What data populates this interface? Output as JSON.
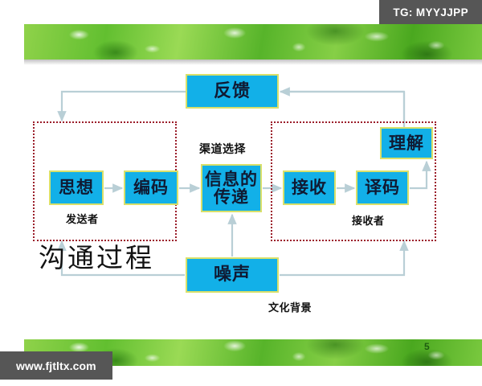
{
  "overlay": {
    "tg_watermark": "TG: MYYJJPP",
    "site_watermark": "www.fjtltx.com",
    "page_number": "5"
  },
  "slide": {
    "title": "沟通过程",
    "accent_blue": "#12b0e8",
    "node_border": "#d9e06a",
    "group_border": "#9b1d2a",
    "connector": "#b9cfd6",
    "banner_green": "#62bf30"
  },
  "diagram": {
    "nodes": {
      "feedback": "反馈",
      "thought": "思想",
      "encode": "编码",
      "channel": "信息的\n传递",
      "receive": "接收",
      "decode": "译码",
      "understand": "理解",
      "noise": "噪声"
    },
    "labels": {
      "channel_select": "渠道选择",
      "sender": "发送者",
      "receiver": "接收者",
      "culture": "文化背景"
    }
  }
}
